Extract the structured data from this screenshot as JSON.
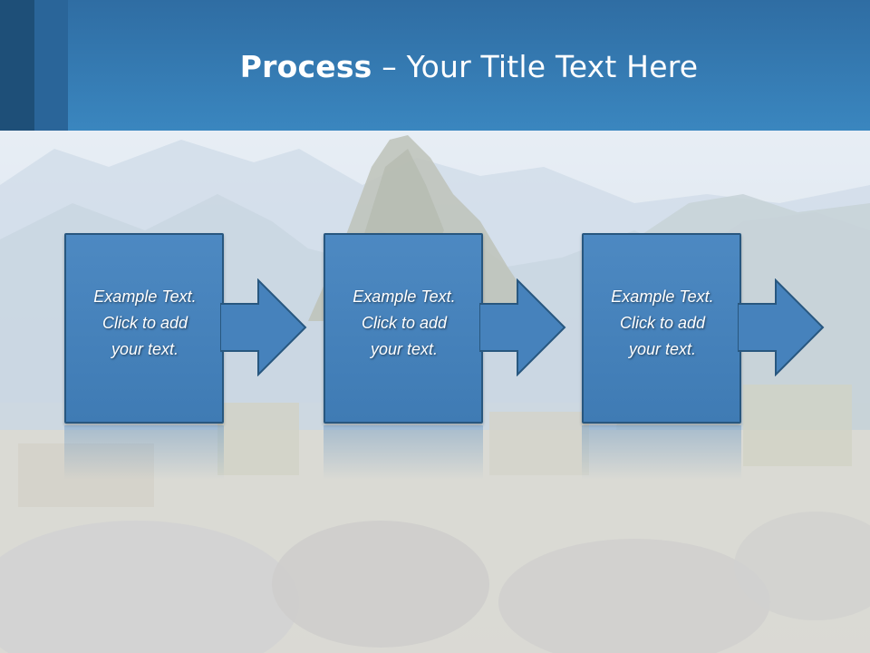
{
  "slide": {
    "title_bold": "Process",
    "title_rest": " – Your Title Text Here"
  },
  "steps": [
    {
      "text": "Example Text.\nClick  to add\nyour text."
    },
    {
      "text": "Example Text.\nClick  to add\nyour text."
    },
    {
      "text": "Example Text.\nClick  to add\nyour text."
    }
  ],
  "colors": {
    "header": "#3a86bf",
    "box": "#4682bc",
    "box_border": "#28577f"
  }
}
